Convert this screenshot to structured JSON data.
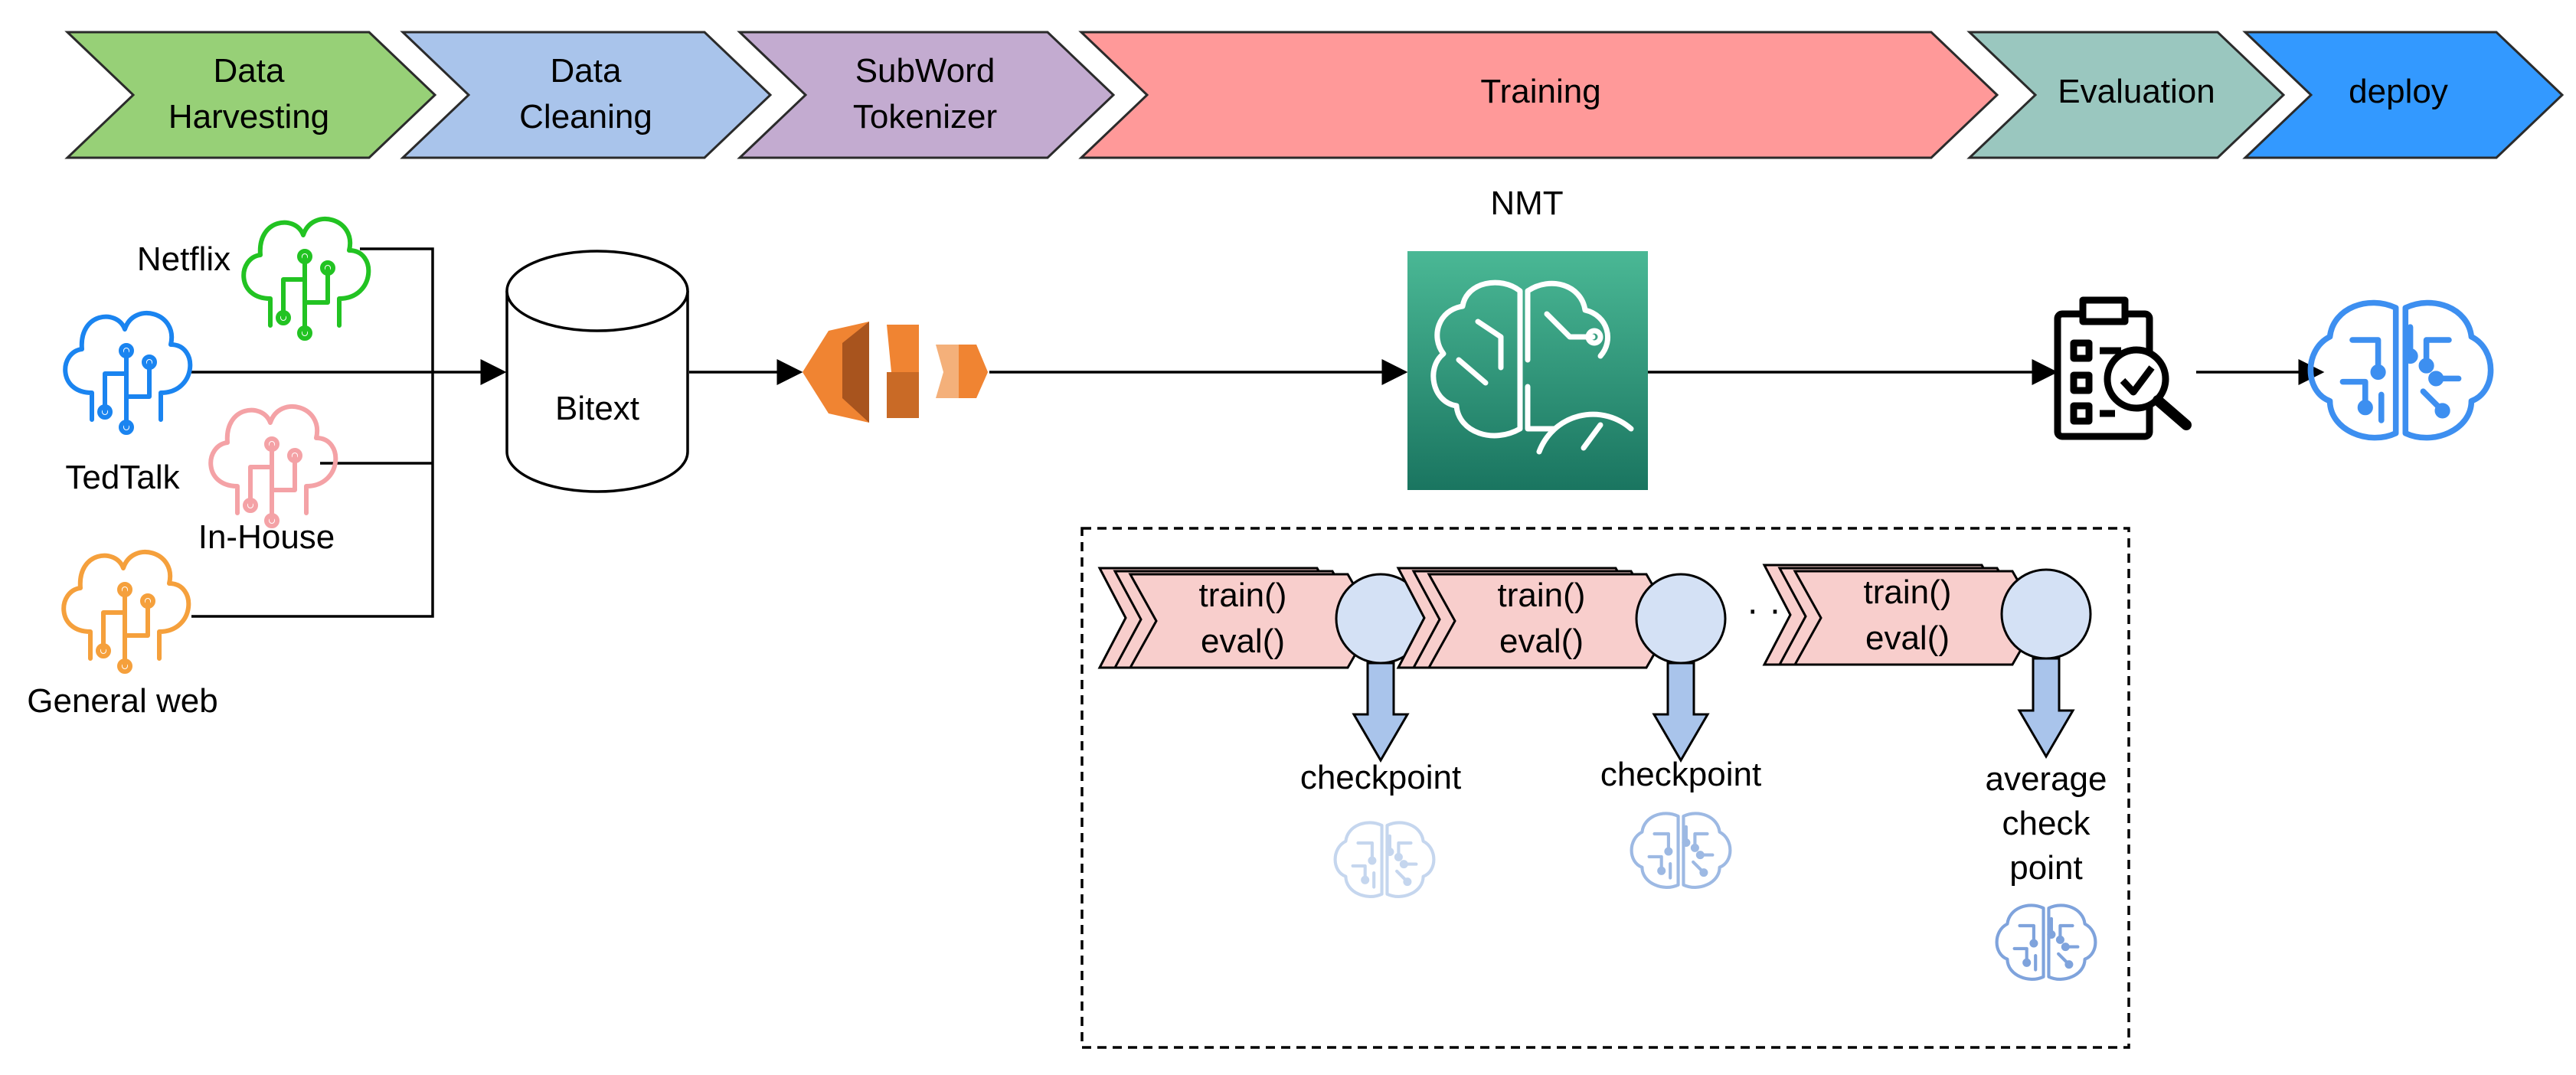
{
  "stages": [
    {
      "lines": [
        "Data",
        "Harvesting"
      ],
      "color": "#97d077"
    },
    {
      "lines": [
        "Data",
        "Cleaning"
      ],
      "color": "#a9c4eb"
    },
    {
      "lines": [
        "SubWord",
        "Tokenizer"
      ],
      "color": "#c3abd0"
    },
    {
      "lines": [
        "Training"
      ],
      "color": "#ff9999"
    },
    {
      "lines": [
        "Evaluation"
      ],
      "color": "#9ac7bf"
    },
    {
      "lines": [
        "deploy"
      ],
      "color": "#3399ff"
    }
  ],
  "sources": [
    {
      "label": "Netflix",
      "icon": "brain-cloud-icon",
      "color": "#22c322"
    },
    {
      "label": "TedTalk",
      "icon": "brain-cloud-icon",
      "color": "#1a84f0"
    },
    {
      "label": "In-House",
      "icon": "brain-cloud-icon",
      "color": "#f4a2a6"
    },
    {
      "label": "General web",
      "icon": "brain-cloud-icon",
      "color": "#f5a03c"
    }
  ],
  "bitext_label": "Bitext",
  "nmt": {
    "label": "NMT",
    "icon": "brain-gauge-icon",
    "colors": [
      "#4ab895",
      "#1a7560"
    ]
  },
  "tokenizer_icon": {
    "icon": "tokenizer-shapes-icon",
    "color": "#f08432"
  },
  "evaluation_icon": "clipboard-magnifier-icon",
  "deploy_icon": {
    "icon": "circuit-brain-icon",
    "color": "#3d8ff0"
  },
  "training_loop": {
    "train_label": "train()",
    "eval_label": "eval()",
    "ellipsis": "· · ·",
    "outputs": [
      {
        "lines": [
          "checkpoint"
        ],
        "icon_color": "#c5d6ee"
      },
      {
        "lines": [
          "checkpoint"
        ],
        "icon_color": "#9db9e3"
      },
      {
        "lines": [
          "average",
          "check",
          "point"
        ],
        "icon_color": "#7fa3dc"
      }
    ]
  }
}
